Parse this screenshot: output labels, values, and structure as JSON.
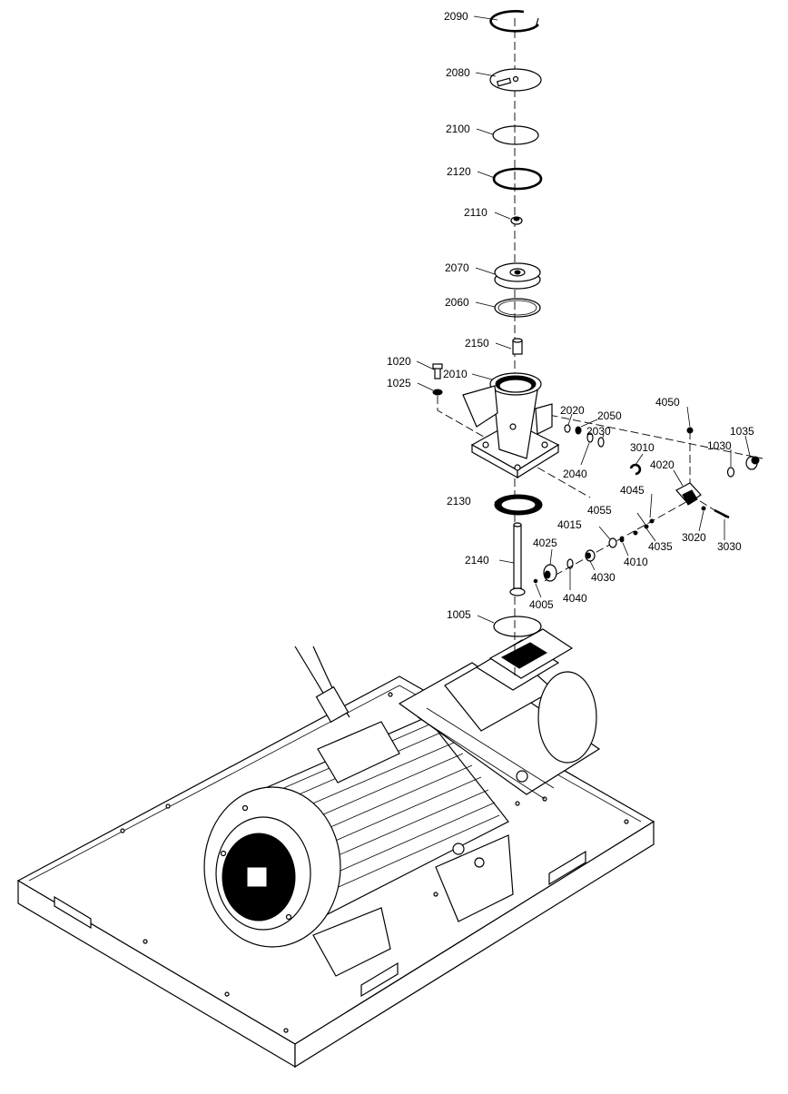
{
  "diagram": {
    "callouts": [
      {
        "id": "c2090",
        "label": "2090"
      },
      {
        "id": "c2080",
        "label": "2080"
      },
      {
        "id": "c2100",
        "label": "2100"
      },
      {
        "id": "c2120",
        "label": "2120"
      },
      {
        "id": "c2110",
        "label": "2110"
      },
      {
        "id": "c2070",
        "label": "2070"
      },
      {
        "id": "c2060",
        "label": "2060"
      },
      {
        "id": "c2150",
        "label": "2150"
      },
      {
        "id": "c1020",
        "label": "1020"
      },
      {
        "id": "c2010",
        "label": "2010"
      },
      {
        "id": "c1025",
        "label": "1025"
      },
      {
        "id": "c2020",
        "label": "2020"
      },
      {
        "id": "c2050",
        "label": "2050"
      },
      {
        "id": "c2030",
        "label": "2030"
      },
      {
        "id": "c4050",
        "label": "4050"
      },
      {
        "id": "c1035",
        "label": "1035"
      },
      {
        "id": "c3010",
        "label": "3010"
      },
      {
        "id": "c1030",
        "label": "1030"
      },
      {
        "id": "c2040",
        "label": "2040"
      },
      {
        "id": "c4020",
        "label": "4020"
      },
      {
        "id": "c4045",
        "label": "4045"
      },
      {
        "id": "c2130",
        "label": "2130"
      },
      {
        "id": "c4055",
        "label": "4055"
      },
      {
        "id": "c4015",
        "label": "4015"
      },
      {
        "id": "c4035",
        "label": "4035"
      },
      {
        "id": "c3020",
        "label": "3020"
      },
      {
        "id": "c3030",
        "label": "3030"
      },
      {
        "id": "c4025",
        "label": "4025"
      },
      {
        "id": "c4010",
        "label": "4010"
      },
      {
        "id": "c2140",
        "label": "2140"
      },
      {
        "id": "c4030",
        "label": "4030"
      },
      {
        "id": "c4040",
        "label": "4040"
      },
      {
        "id": "c4005",
        "label": "4005"
      },
      {
        "id": "c1005",
        "label": "1005"
      }
    ]
  }
}
